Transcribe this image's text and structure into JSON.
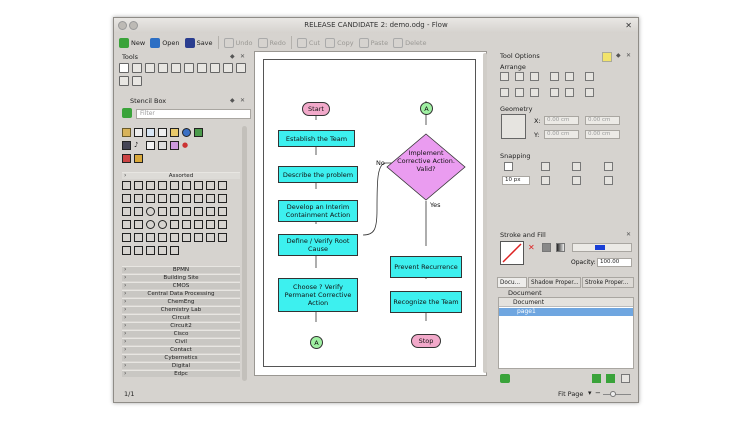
{
  "window": {
    "title": "RELEASE CANDIDATE 2: demo.odg - Flow"
  },
  "toolbar": {
    "new": "New",
    "open": "Open",
    "save": "Save",
    "undo": "Undo",
    "redo": "Redo",
    "cut": "Cut",
    "copy": "Copy",
    "paste": "Paste",
    "delete": "Delete"
  },
  "tools_panel": {
    "title": "Tools"
  },
  "stencil_box": {
    "title": "Stencil Box",
    "filter_placeholder": "Filter",
    "active_category": "Assorted",
    "categories": [
      "BPMN",
      "Building Site",
      "CMOS",
      "Central Data Processing",
      "ChemEng",
      "Chemistry Lab",
      "Circuit",
      "Circuit2",
      "Cisco",
      "Civil",
      "Contact",
      "Cybernetics",
      "Digital",
      "Edpc"
    ]
  },
  "flowchart": {
    "start": "Start",
    "establish": "Establish the Team",
    "describe": "Describe the problem",
    "develop": "Develop an Interim Containment Action",
    "define": "Define / Verify Root Cause",
    "choose": "Choose ? Verify Permanet Corrective Action",
    "connector_a": "A",
    "decision": "Implement Corrective Action. Valid?",
    "no": "No",
    "yes": "Yes",
    "prevent": "Prevent Recurrence",
    "recognize": "Recognize the Team",
    "stop": "Stop"
  },
  "tool_options": {
    "title": "Tool Options",
    "arrange": "Arrange",
    "geometry": "Geometry",
    "x_label": "X:",
    "y_label": "Y:",
    "x_value": "0.00 cm",
    "y_value": "0.00 cm",
    "w_value": "0.00 cm",
    "h_value": "0.00 cm",
    "snapping": "Snapping",
    "snap_distance": "10 px"
  },
  "stroke_fill": {
    "title": "Stroke and Fill",
    "opacity_label": "Opacity:",
    "opacity_value": "100.00",
    "accent": "#1a3fd6"
  },
  "tabs": [
    "Docu...",
    "Shadow Proper...",
    "Stroke Proper..."
  ],
  "document_panel": {
    "title": "Document",
    "header": "Document",
    "page": "page1"
  },
  "status": {
    "page_count": "1/1",
    "zoom": "Fit Page"
  }
}
